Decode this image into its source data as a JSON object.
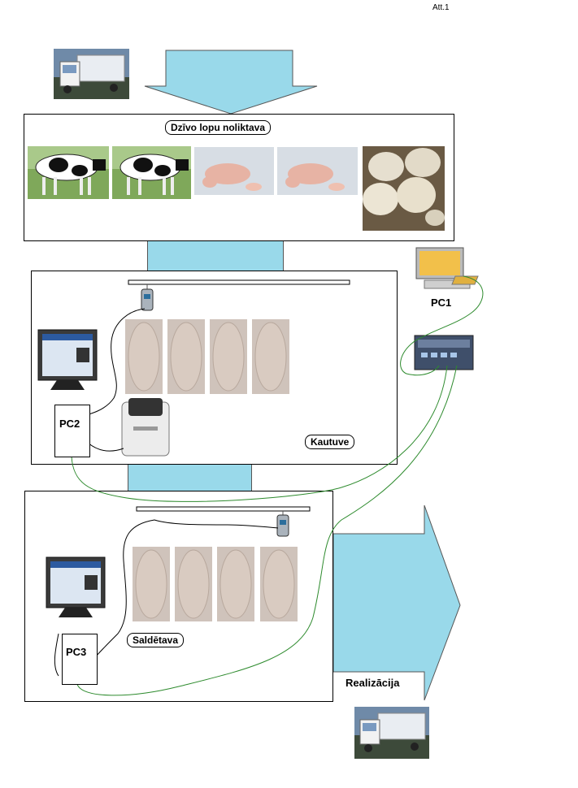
{
  "header": {
    "att_label": "Att.1"
  },
  "warehouse": {
    "title": "Dzīvo lopu noliktava"
  },
  "slaughter": {
    "title": "Kautuve",
    "pc_label": "PC2"
  },
  "freezer": {
    "title": "Saldētava",
    "pc_label": "PC3"
  },
  "network": {
    "pc1_label": "PC1"
  },
  "output": {
    "label": "Realizācija"
  },
  "colors": {
    "arrow_fill": "#99D9EA",
    "cable": "#2E8B2E",
    "frame": "#000000"
  }
}
